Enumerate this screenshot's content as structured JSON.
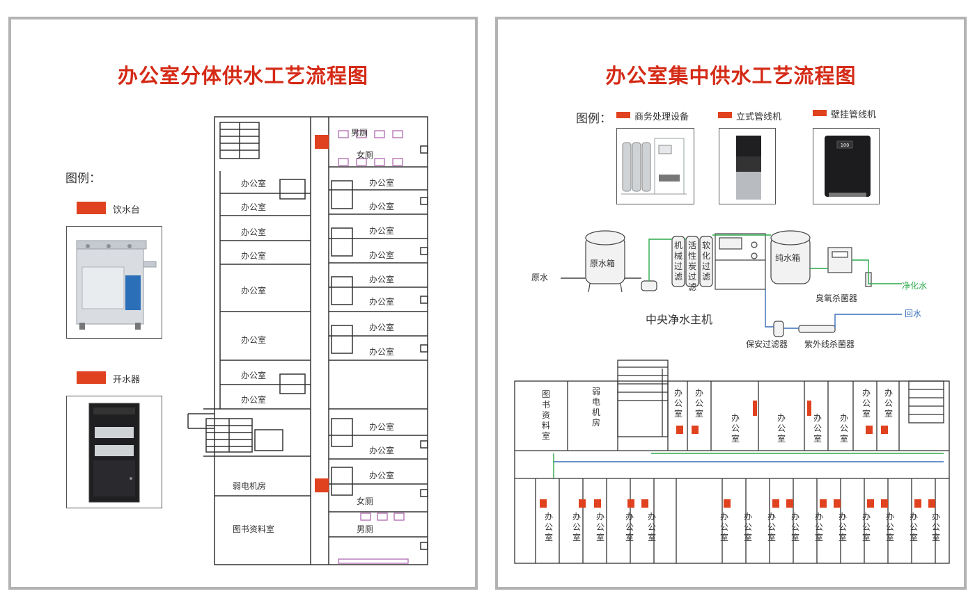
{
  "left": {
    "title": "办公室分体供水工艺流程图",
    "legend_heading": "图例：",
    "legend": [
      {
        "label": "饮水台",
        "icon": "drinking-fountain-icon"
      },
      {
        "label": "开水器",
        "icon": "water-boiler-icon"
      }
    ],
    "rooms": {
      "office": "办公室",
      "men_toilet": "男厕",
      "women_toilet": "女厕",
      "weak_room": "弱电机房",
      "library": "图书资料室"
    }
  },
  "right": {
    "title": "办公室集中供水工艺流程图",
    "legend_heading": "图例：",
    "legend": [
      {
        "label": "商务处理设备",
        "icon": "ro-treatment-equipment-icon"
      },
      {
        "label": "立式管线机",
        "icon": "standing-pipeline-dispenser-icon"
      },
      {
        "label": "壁挂管线机",
        "icon": "wall-mounted-pipeline-dispenser-icon"
      }
    ],
    "wall_unit_display": "100",
    "process": {
      "raw_water": "原水",
      "raw_tank": "原水箱",
      "mech_filter": "机械过滤",
      "carbon_filter": "活性炭过滤",
      "soft_filter": "软化过滤",
      "pure_tank": "纯水箱",
      "ozone": "臭氧杀菌器",
      "purified": "净化水",
      "return_water": "回水",
      "central_host": "中央净水主机",
      "security_filter": "保安过滤器",
      "uv": "紫外线杀菌器"
    },
    "rooms": {
      "library": "图书资料室",
      "weak_room": "弱电机房",
      "office": "办公室"
    }
  },
  "colors": {
    "title_red": "#d42a16",
    "legend_red": "#e0421f",
    "pipe_green": "#2aa84a",
    "pipe_blue": "#3a6fb8",
    "label_green": "#2aa84a",
    "label_blue": "#3a6fb8",
    "toilet_purple": "#b06ab0",
    "frame_grey": "#b3b3b3"
  }
}
